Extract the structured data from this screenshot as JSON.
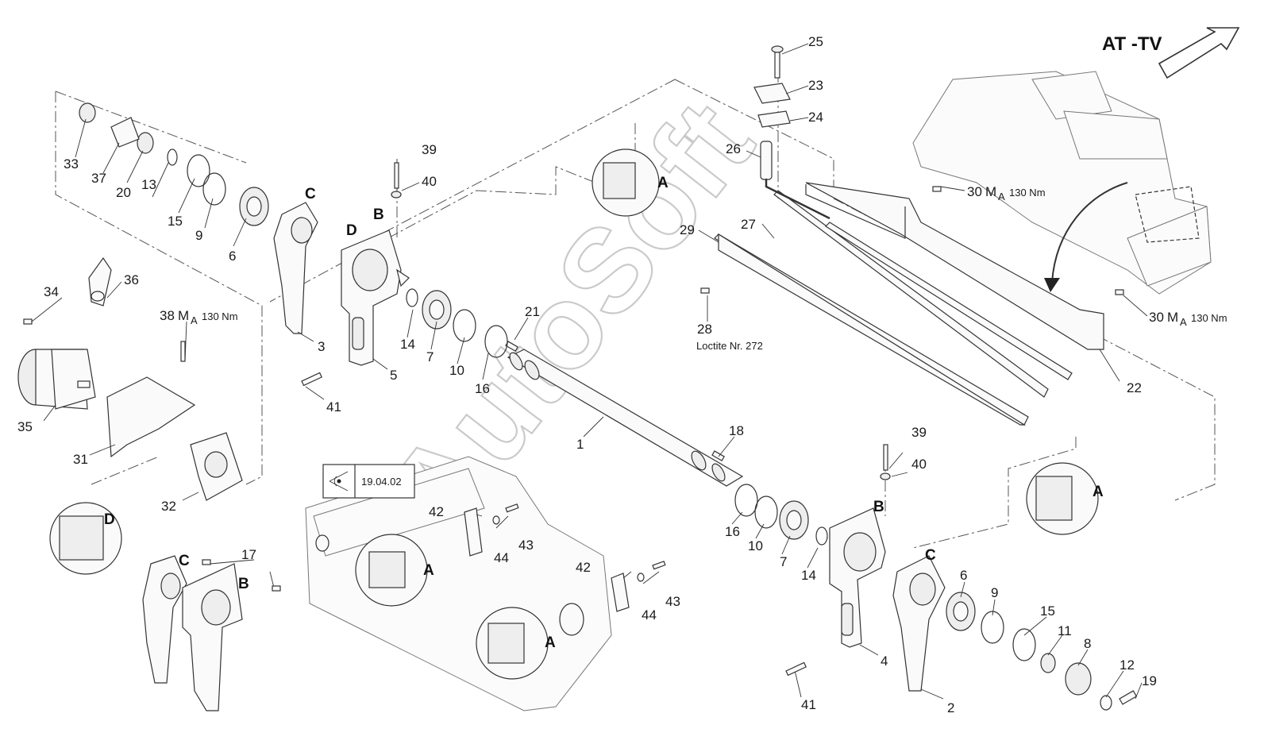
{
  "title": "AT -TV",
  "watermark": "AutoSoft",
  "revision_date": "19.04.02",
  "torque_value": "130 Nm",
  "torque_symbol": "M",
  "torque_subscript": "A",
  "loctite_note": "Loctite Nr. 272",
  "detail_letters": {
    "A": "A",
    "B": "B",
    "C": "C",
    "D": "D"
  },
  "callouts": {
    "c1": "1",
    "c2": "2",
    "c3": "3",
    "c4": "4",
    "c5": "5",
    "c6": "6",
    "c7": "7",
    "c8": "8",
    "c9": "9",
    "c10": "10",
    "c11": "11",
    "c12": "12",
    "c13": "13",
    "c14": "14",
    "c15": "15",
    "c16": "16",
    "c17": "17",
    "c18": "18",
    "c19": "19",
    "c20": "20",
    "c21": "21",
    "c22": "22",
    "c23": "23",
    "c24": "24",
    "c25": "25",
    "c26": "26",
    "c27": "27",
    "c28": "28",
    "c29": "29",
    "c30": "30",
    "c31": "31",
    "c32": "32",
    "c33": "33",
    "c34": "34",
    "c35": "35",
    "c36": "36",
    "c37": "37",
    "c38": "38",
    "c39": "39",
    "c40": "40",
    "c41": "41",
    "c42": "42",
    "c43": "43",
    "c44": "44"
  }
}
